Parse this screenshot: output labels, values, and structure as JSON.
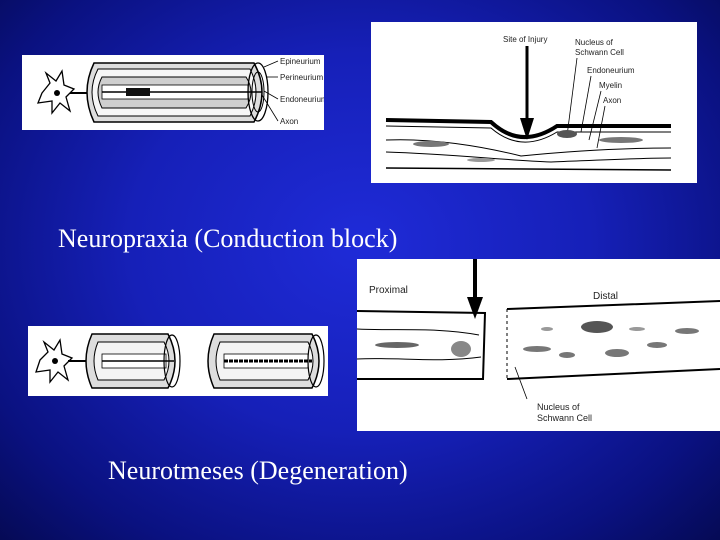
{
  "captions": {
    "neuropraxia": "Neuropraxia (Conduction block)",
    "neurotmesis": "Neurotmeses (Degeneration)"
  },
  "panel_top_left": {
    "labels": [
      "Epineurium",
      "Perineurium",
      "Endoneurium",
      "Axon"
    ]
  },
  "panel_top_right": {
    "labels": [
      "Site of Injury",
      "Nucleus of",
      "Schwann Cell",
      "Endoneurium",
      "Myelin",
      "Axon"
    ]
  },
  "panel_bottom_right": {
    "proximal": "Proximal",
    "distal": "Distal",
    "nucleus_line1": "Nucleus of",
    "nucleus_line2": "Schwann Cell"
  },
  "colors": {
    "background": "#1620b8",
    "caption_text": "#ffffff"
  }
}
